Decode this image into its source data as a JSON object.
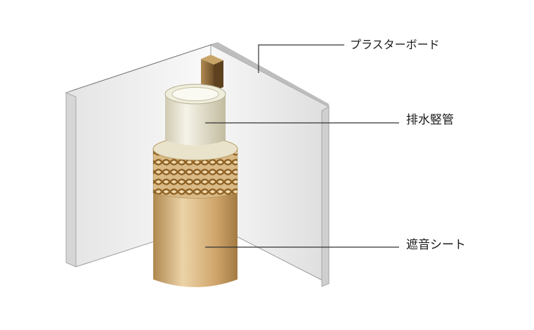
{
  "labels": {
    "plaster_board": "プラスターボード",
    "drain_stack": "排水竪管",
    "sound_sheet": "遮音シート"
  },
  "colors": {
    "wall_front": "#eeeeee",
    "wall_edge": "#9a9a9a",
    "stud": "#8a6a3a",
    "pipe_inner": "#e8e4d0",
    "sheet": "#d4b07a",
    "mesh": "#9a6a25",
    "leader": "#333333"
  }
}
